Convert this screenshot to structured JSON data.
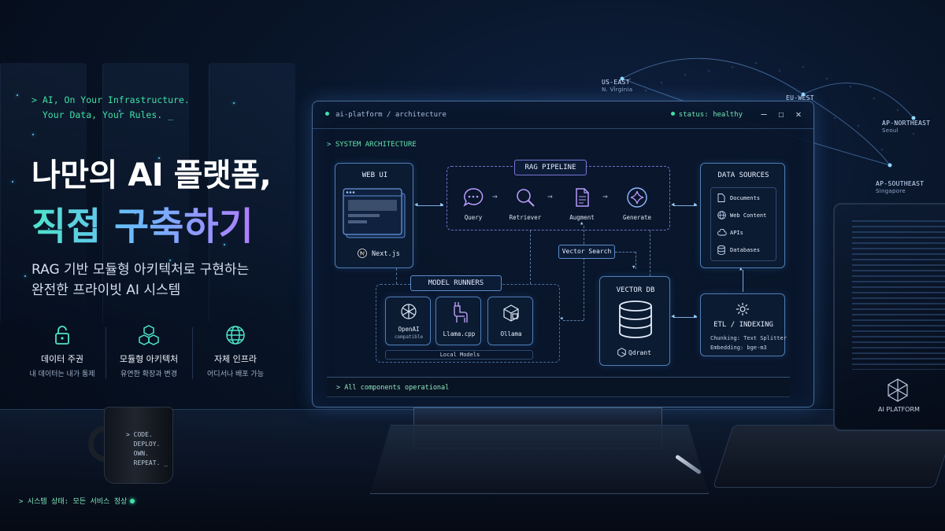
{
  "hero": {
    "tagline": "> AI, On Your Infrastructure.\n  Your Data, Your Rules. _",
    "title_line1": "나만의 AI 플랫폼,",
    "title_line2": "직접 구축하기",
    "subtitle_line1": "RAG 기반 모듈형 아키텍처로 구현하는",
    "subtitle_line2": "완전한 프라이빗 AI 시스템"
  },
  "features": [
    {
      "icon": "unlock-icon",
      "title": "데이터 주권",
      "desc": "내 데이터는 내가 통제"
    },
    {
      "icon": "cubes-icon",
      "title": "모듈형 아키텍처",
      "desc": "유연한 확장과 변경"
    },
    {
      "icon": "globe-icon",
      "title": "자체 인프라",
      "desc": "어디서나 배포 가능"
    }
  ],
  "footer_status": "> 시스템 상태: 모든 서비스 정상",
  "mug_text": "> CODE.\n  DEPLOY.\n  OWN.\n  REPEAT. _",
  "regions": [
    {
      "name": "US-EAST",
      "sub": "N. Virginia"
    },
    {
      "name": "EU-WEST",
      "sub": ""
    },
    {
      "name": "AP-NORTHEAST",
      "sub": "Seoul"
    },
    {
      "name": "AP-SOUTHEAST",
      "sub": "Singapore"
    }
  ],
  "window": {
    "title": "ai-platform / architecture",
    "status": "status: healthy",
    "section_label": "> SYSTEM ARCHITECTURE",
    "console": "> All components operational"
  },
  "web_ui": {
    "title": "WEB UI",
    "framework": "Next.js"
  },
  "rag": {
    "title": "RAG PIPELINE",
    "steps": [
      {
        "icon": "chat-icon",
        "label": "Query"
      },
      {
        "icon": "search-icon",
        "label": "Retriever"
      },
      {
        "icon": "document-icon",
        "label": "Augment"
      },
      {
        "icon": "sparkle-icon",
        "label": "Generate"
      }
    ]
  },
  "data_sources": {
    "title": "DATA SOURCES",
    "items": [
      {
        "icon": "file-icon",
        "label": "Documents"
      },
      {
        "icon": "globe-icon",
        "label": "Web Content"
      },
      {
        "icon": "cloud-icon",
        "label": "APIs"
      },
      {
        "icon": "database-icon",
        "label": "Databases"
      }
    ]
  },
  "vector_search": "Vector Search",
  "model_runners": {
    "title": "MODEL RUNNERS",
    "items": [
      {
        "icon": "openai-icon",
        "label": "OpenAI",
        "sub": "compatible"
      },
      {
        "icon": "llama-icon",
        "label": "Llama.cpp",
        "sub": ""
      },
      {
        "icon": "ollama-icon",
        "label": "Ollama",
        "sub": ""
      }
    ],
    "footer": "Local Models"
  },
  "vector_db": {
    "title": "VECTOR DB",
    "engine": "Qdrant"
  },
  "etl": {
    "title": "ETL / INDEXING",
    "chunking": "Chunking: Text Splitter",
    "embedding": "Embedding: bge-m3"
  },
  "laptop_label": "AI PLATFORM"
}
